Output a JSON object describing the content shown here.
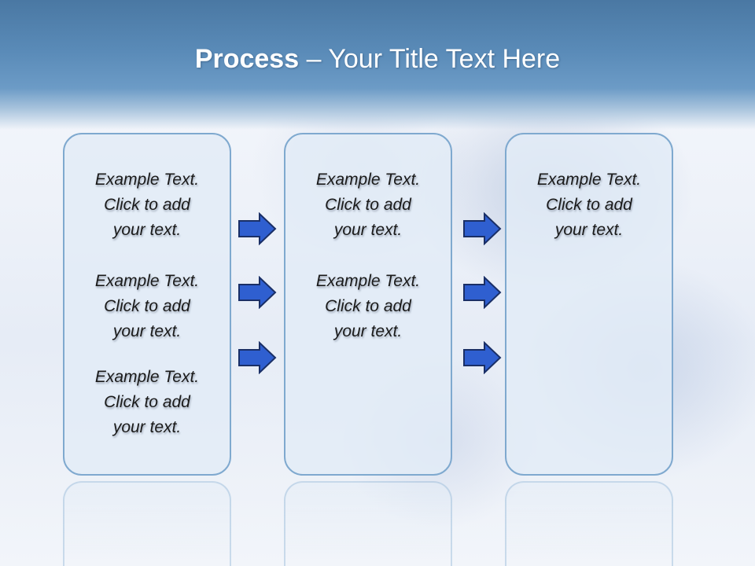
{
  "slide": {
    "title_bold": "Process",
    "title_rest": "– Your Title Text Here"
  },
  "columns": [
    {
      "items": [
        {
          "line1": "Example Text.",
          "line2": "Click  to add",
          "line3": "your text."
        },
        {
          "line1": "Example Text.",
          "line2": "Click  to add",
          "line3": "your text."
        },
        {
          "line1": "Example Text.",
          "line2": "Click  to add",
          "line3": "your text."
        }
      ]
    },
    {
      "items": [
        {
          "line1": "Example Text.",
          "line2": "Click  to add",
          "line3": "your text."
        },
        {
          "line1": "Example Text.",
          "line2": "Click  to add",
          "line3": "your text."
        }
      ]
    },
    {
      "items": [
        {
          "line1": "Example Text.",
          "line2": "Click  to add",
          "line3": "your text."
        }
      ]
    }
  ],
  "colors": {
    "header": "#5a8bb8",
    "box_border": "#7fa9cf",
    "arrow_fill": "#2f5fd0",
    "arrow_stroke": "#1a2f66"
  }
}
